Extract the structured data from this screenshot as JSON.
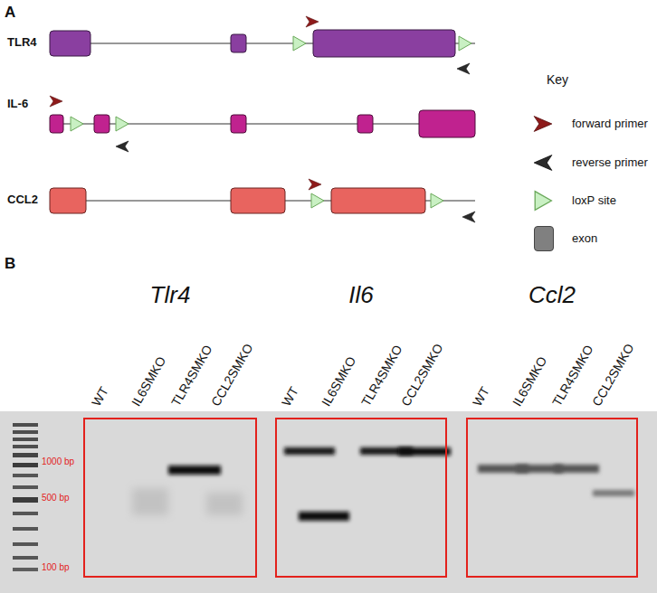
{
  "diagram": {
    "labels": [
      "A",
      "TLR4",
      "IL-6",
      "CCL2",
      "Key",
      "B",
      "Tlr4",
      "Il6",
      "Ccl2",
      "WT",
      "IL6SMKO",
      "TLR4SMKO",
      "CCL2SMKO",
      "WT",
      "IL6SMKO",
      "TLR4SMKO",
      "CCL2SMKO",
      "WT",
      "IL6SMKO",
      "TLR4SMKO",
      "CCL2SMKO",
      "1000 bp",
      "500 bp",
      "100 bp"
    ],
    "legend": [
      {
        "text": "forward primer"
      },
      {
        "text": "reverse primer"
      },
      {
        "text": "loxP site"
      },
      {
        "text": "exon",
        "color": "#808080"
      }
    ]
  }
}
